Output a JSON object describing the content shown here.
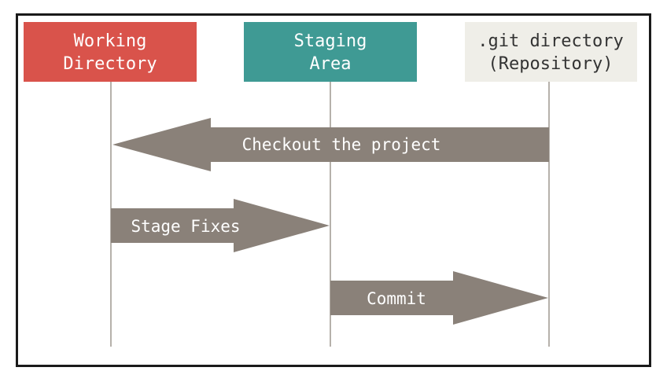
{
  "colors": {
    "working": "#d9534b",
    "staging": "#3f9a94",
    "repo_bg": "#efeee8",
    "arrow": "#8a8179",
    "lifeline": "#b6b1ab",
    "header_text_light": "#ffffff",
    "header_text_dark": "#333333"
  },
  "columns": [
    {
      "line1": "Working",
      "line2": "Directory"
    },
    {
      "line1": "Staging",
      "line2": "Area"
    },
    {
      "line1": ".git directory",
      "line2": "(Repository)"
    }
  ],
  "arrows": [
    {
      "label": "Checkout the project",
      "from": ".git directory",
      "to": "Working Directory"
    },
    {
      "label": "Stage Fixes",
      "from": "Working Directory",
      "to": "Staging Area"
    },
    {
      "label": "Commit",
      "from": "Staging Area",
      "to": ".git directory"
    }
  ]
}
